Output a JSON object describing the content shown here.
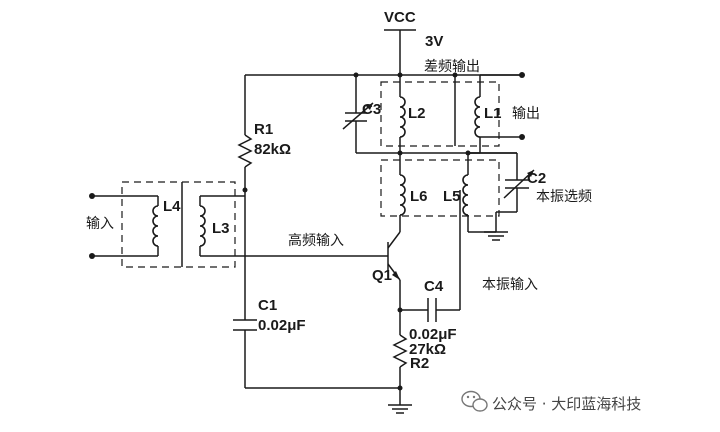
{
  "labels": {
    "vcc": "VCC",
    "voltage": "3V",
    "diff_out": "差频输出",
    "output": "输出",
    "c3": "C3",
    "l2": "L2",
    "l1": "L1",
    "r1": "R1",
    "r1_value": "82kΩ",
    "c2": "C2",
    "lo_select": "本振选频",
    "l6": "L6",
    "l5": "L5",
    "input": "输入",
    "l4": "L4",
    "l3": "L3",
    "rf_in": "高频输入",
    "q1": "Q1",
    "lo_in": "本振输入",
    "c4": "C4",
    "c4_value": "0.02μF",
    "c1": "C1",
    "c1_value": "0.02μF",
    "r2_value": "27kΩ",
    "r2": "R2"
  },
  "watermark": {
    "text": "公众号 · 大印蓝海科技",
    "icon": "wechat-icon"
  }
}
